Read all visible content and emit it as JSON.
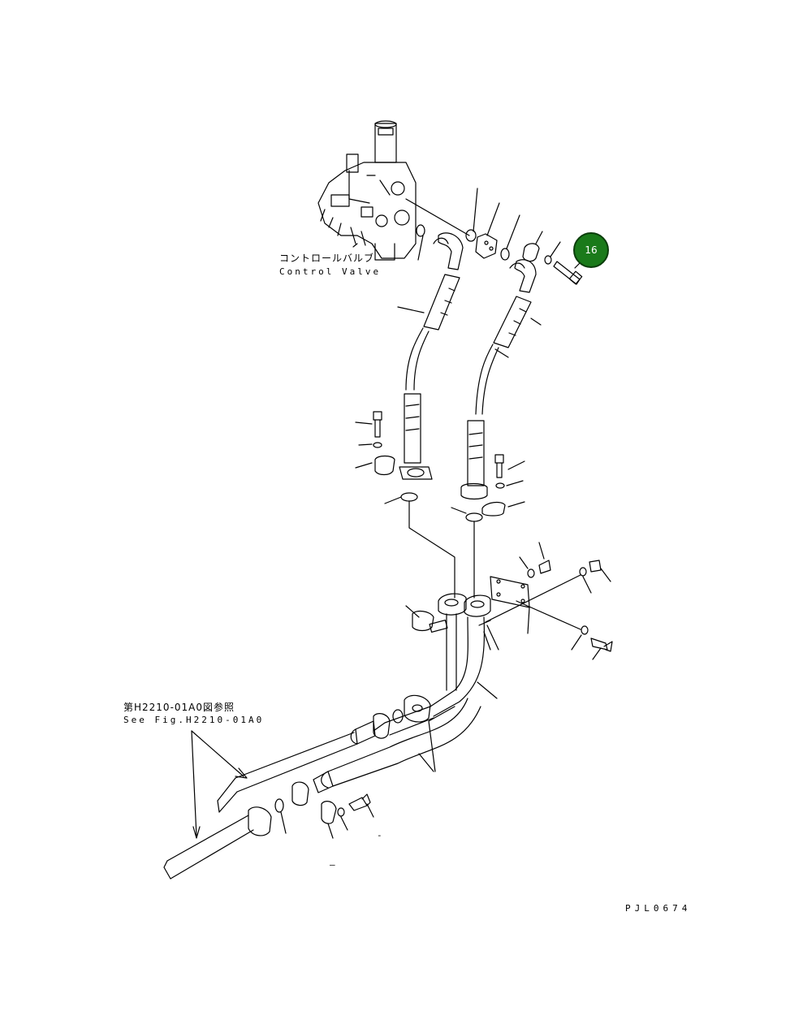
{
  "labels": {
    "control_valve_jp": "コントロールバルブ",
    "control_valve_en": "Control Valve",
    "ref_jp": "第H2210-01A0図参照",
    "ref_en": "See Fig.H2210-01A0",
    "drawing_code": "PJL0674",
    "dash_1": "-",
    "dash_2": "–"
  },
  "callouts": [
    {
      "number": "16",
      "color": "#1a7a1a"
    }
  ]
}
